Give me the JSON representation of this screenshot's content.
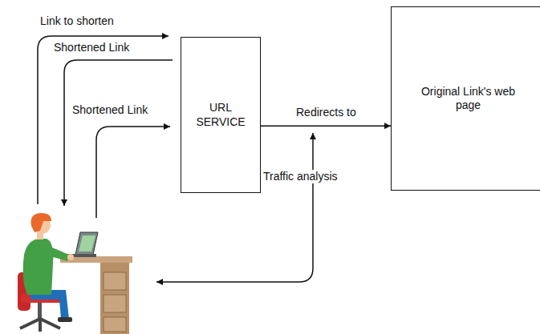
{
  "diagram": {
    "nodes": [
      {
        "text": [
          "URL SERVICE"
        ]
      },
      {
        "text": [
          "Original Link's web page"
        ]
      }
    ],
    "edges": [
      {
        "from": 0,
        "to": 1,
        "label": "Redirects to",
        "arrow": "to"
      }
    ],
    "labels": [
      "Link to shorten",
      "Shortened Link",
      "Shortened Link",
      "Traffic analysis"
    ]
  }
}
